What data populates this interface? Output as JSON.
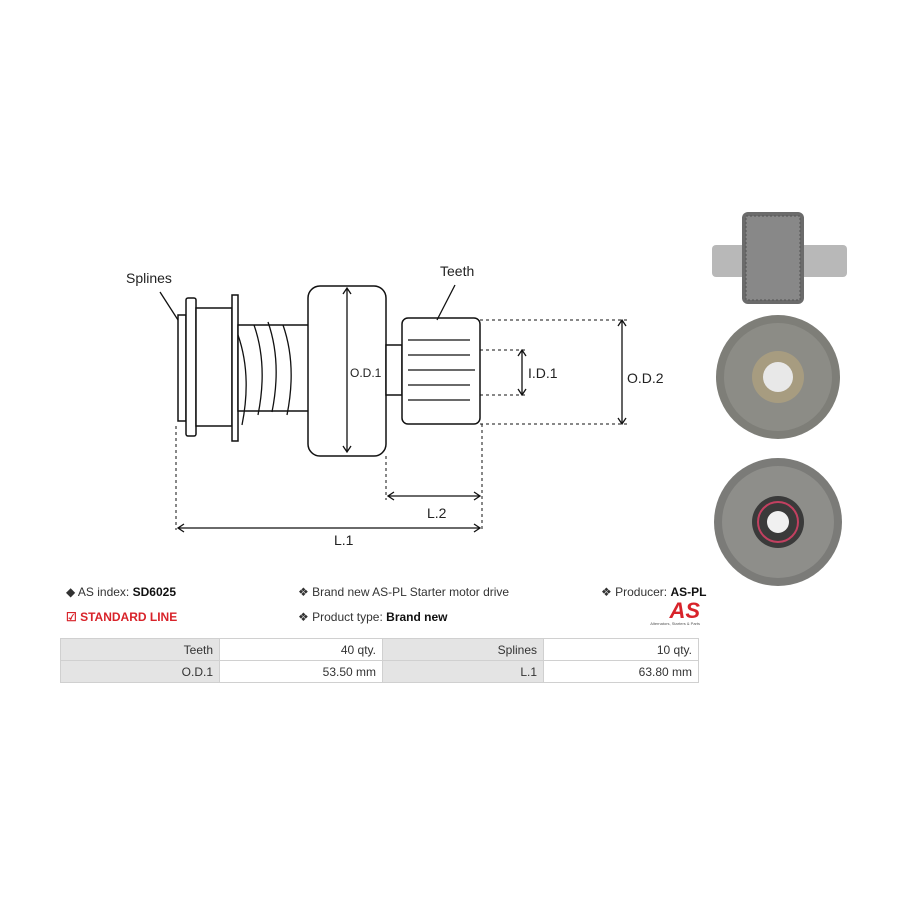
{
  "diagram": {
    "labels": {
      "splines": "Splines",
      "teeth": "Teeth",
      "od1": "O.D.1",
      "id1": "I.D.1",
      "od2": "O.D.2",
      "l2": "L.2",
      "l1": "L.1"
    }
  },
  "info": {
    "as_index_label": "AS index:",
    "as_index_value": "SD6025",
    "line": "STANDARD LINE",
    "description": "Brand new AS-PL Starter motor drive",
    "product_type_label": "Product type:",
    "product_type_value": "Brand new",
    "producer_label": "Producer:",
    "producer_value": "AS-PL",
    "logo_text": "AS",
    "logo_tagline": "Alternators, Starters & Parts"
  },
  "specs": [
    [
      {
        "label": "Teeth",
        "value": "40 qty."
      },
      {
        "label": "Splines",
        "value": "10 qty."
      }
    ],
    [
      {
        "label": "O.D.1",
        "value": "53.50 mm"
      },
      {
        "label": "L.1",
        "value": "63.80 mm"
      }
    ]
  ]
}
